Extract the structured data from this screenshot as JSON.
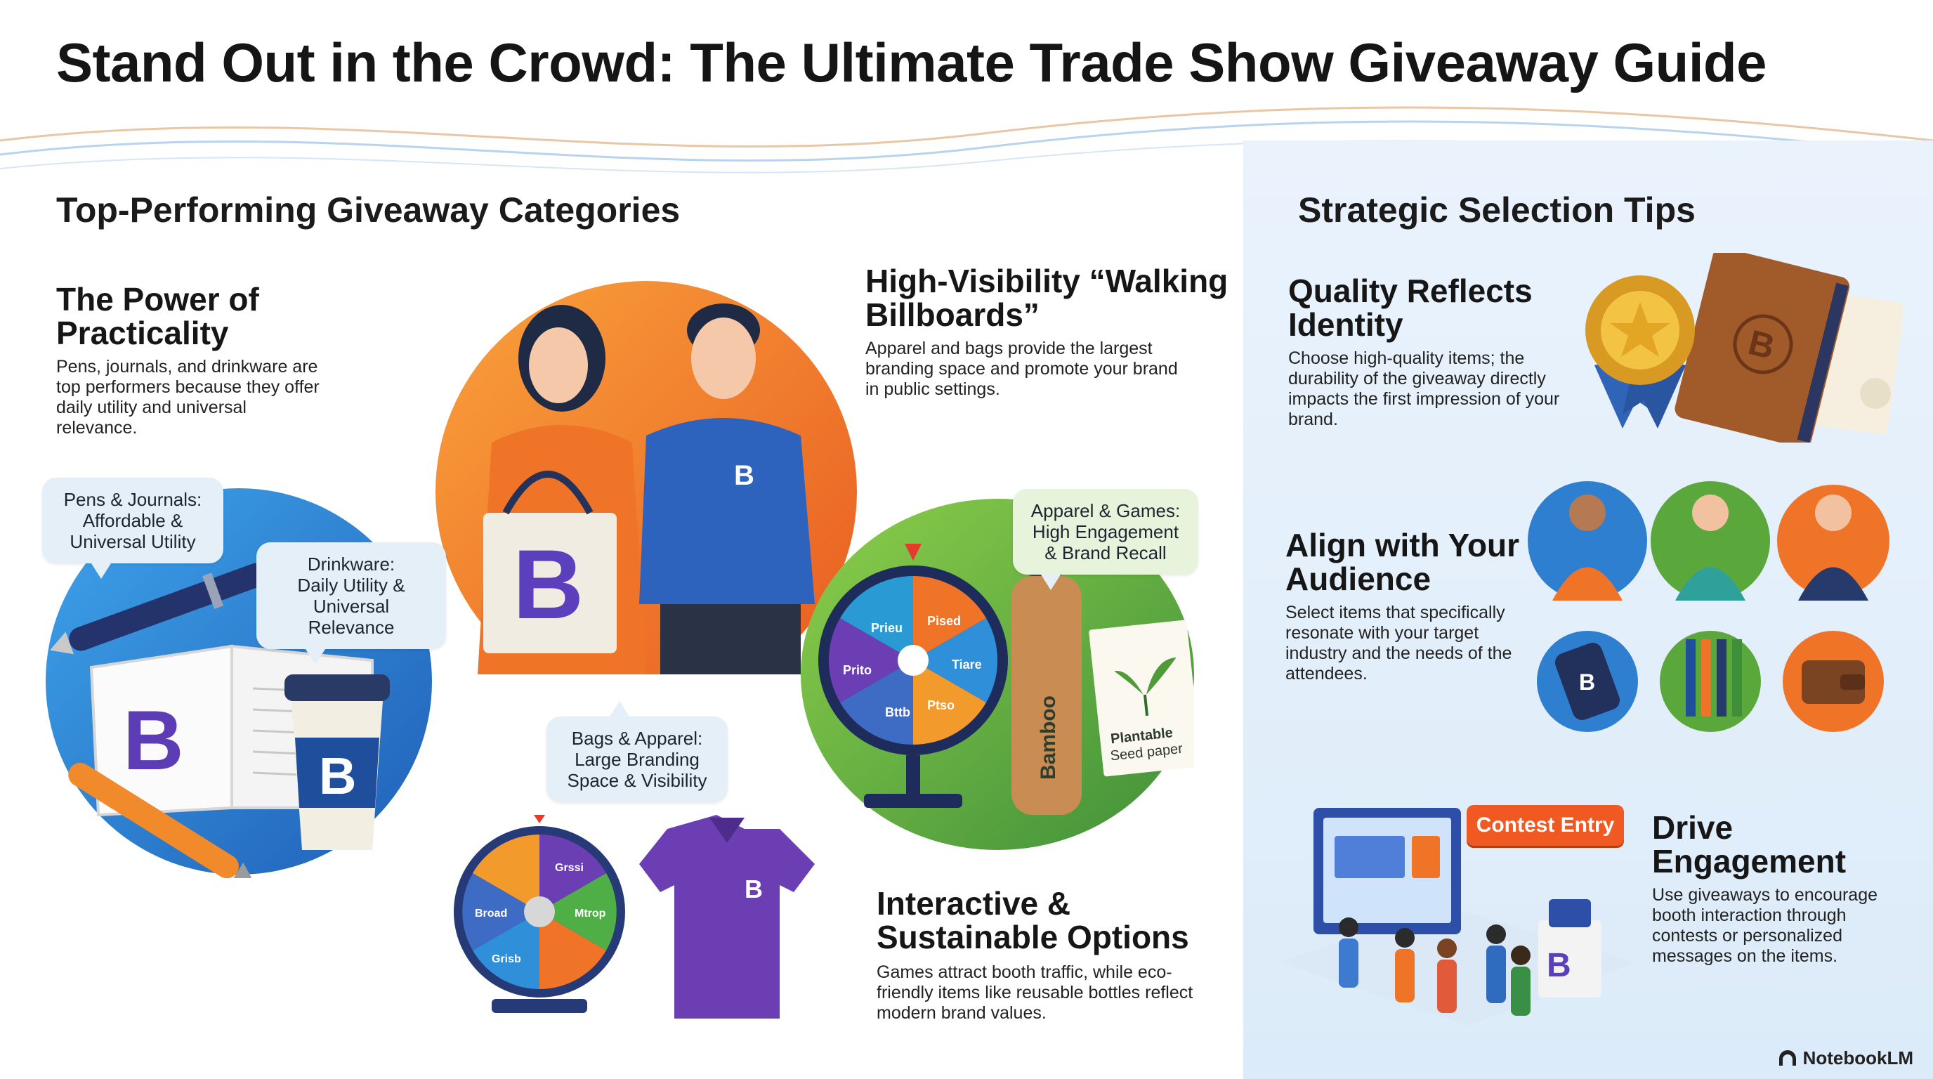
{
  "title": "Stand Out in the Crowd: The Ultimate Trade Show Giveaway Guide",
  "left_section": {
    "heading": "Top-Performing Giveaway Categories",
    "practicality": {
      "title": "The Power of Practicality",
      "body": "Pens, journals, and drinkware are top performers because they offer daily utility and universal relevance."
    },
    "billboards": {
      "title": "High-Visibility “Walking Billboards”",
      "body": "Apparel and bags provide the largest branding space and promote your brand in public settings."
    },
    "interactive": {
      "title": "Interactive & Sustainable Options",
      "body": "Games attract booth traffic, while eco-friendly items like reusable bottles reflect modern brand values."
    },
    "bubbles": {
      "pens": [
        "Pens & Journals:",
        "Affordable &",
        "Universal Utility"
      ],
      "drinkware": [
        "Drinkware:",
        "Daily Utility &",
        "Universal Relevance"
      ],
      "bags": [
        "Bags & Apparel:",
        "Large Branding",
        "Space & Visibility"
      ],
      "apparel_games": [
        "Apparel & Games:",
        "High Engagement",
        "& Brand Recall"
      ]
    },
    "labels": {
      "bamboo": "Bamboo",
      "seed_paper_1": "Plantable",
      "seed_paper_2": "Seed paper",
      "wheel_big": [
        "Prieu",
        "Pised",
        "Tiare",
        "Ptso",
        "Bttb",
        "Prito"
      ],
      "wheel_small": [
        "Broad",
        "Mtrop",
        "Grssi",
        "Grisb"
      ]
    }
  },
  "right_section": {
    "heading": "Strategic Selection Tips",
    "quality": {
      "title": "Quality Reflects Identity",
      "body": "Choose high-quality items; the durability of the giveaway directly impacts the first impression of your brand."
    },
    "audience": {
      "title": "Align with Your Audience",
      "body": "Select items that specifically resonate with your target industry and the needs of the attendees."
    },
    "engagement": {
      "title": "Drive Engagement",
      "body": "Use giveaways to encourage booth interaction through contests or personalized messages on the items."
    },
    "contest_tag": "Contest Entry"
  },
  "footer": {
    "brand": "NotebookLM"
  },
  "colors": {
    "orange": "#f07a2a",
    "blue": "#2f7fd1",
    "green": "#5aa83c",
    "purple": "#6a3fb0",
    "panel": "#e3effb"
  }
}
